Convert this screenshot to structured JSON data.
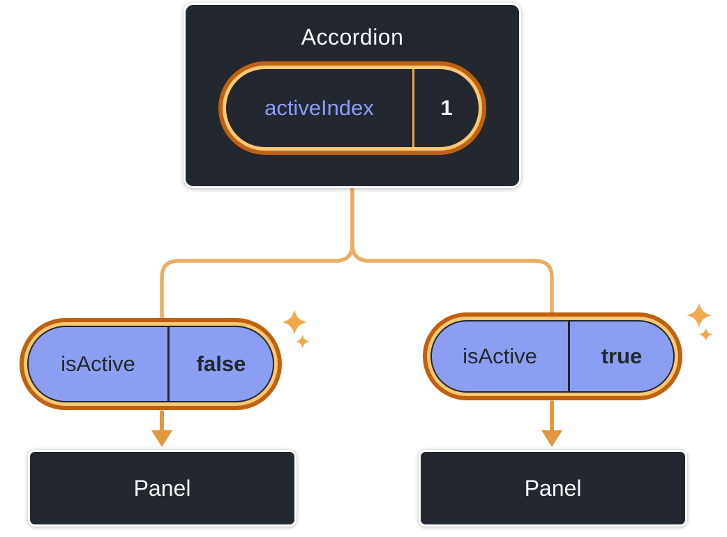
{
  "diagram": {
    "description": "React component tree: Accordion holding activeIndex state, passing isActive props to two Panel children",
    "colors": {
      "node_background": "#23272F",
      "node_border": "#FFFFFF",
      "node_text": "#F6F7F9",
      "pill_ring_dark_orange": "#C0610F",
      "pill_ring_light_orange": "#F8C874",
      "state_name_purple": "#8A9DF8",
      "prop_pill_fill": "#8B9EF2",
      "prop_text": "#23272F",
      "connector_line": "#EBAD62",
      "arrow": "#E2993D",
      "sparkle": "#F1A94A"
    },
    "root": {
      "title": "Accordion",
      "state": {
        "name": "activeIndex",
        "value": "1"
      }
    },
    "children": [
      {
        "prop": {
          "name": "isActive",
          "value": "false"
        },
        "node": {
          "title": "Panel"
        }
      },
      {
        "prop": {
          "name": "isActive",
          "value": "true"
        },
        "node": {
          "title": "Panel"
        }
      }
    ],
    "icons": {
      "sparkle": "four-point-star"
    }
  }
}
